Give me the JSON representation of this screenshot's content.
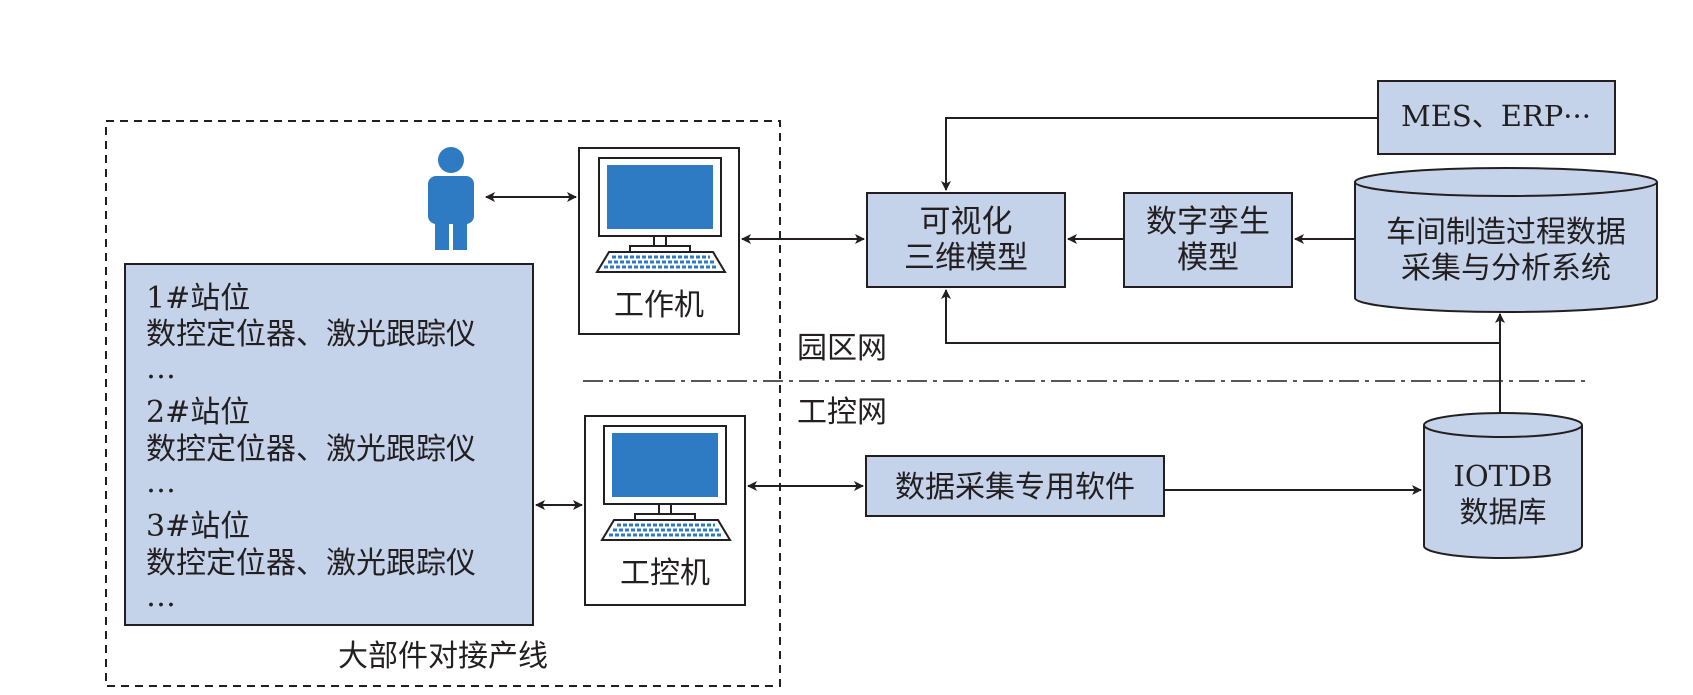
{
  "colors": {
    "box_fill": "#c5d3ea",
    "screen_blue": "#2e7bc4",
    "person_blue": "#2e7bc4",
    "stroke": "#231f20"
  },
  "line_area": {
    "title": "大部件对接产线",
    "stations": [
      {
        "name": "1#站位",
        "devices": "数控定位器、激光跟踪仪",
        "more": "…"
      },
      {
        "name": "2#站位",
        "devices": "数控定位器、激光跟踪仪",
        "more": "…"
      },
      {
        "name": "3#站位",
        "devices": "数控定位器、激光跟踪仪",
        "more": "…"
      }
    ]
  },
  "person": {
    "icon": "person-icon"
  },
  "workstation": {
    "label": "工作机",
    "icon": "computer-icon"
  },
  "ipc": {
    "label": "工控机",
    "icon": "computer-icon"
  },
  "visual_model": {
    "line1": "可视化",
    "line2": "三维模型"
  },
  "twin_model": {
    "line1": "数字孪生",
    "line2": "模型"
  },
  "mes": {
    "label": "MES、ERP···"
  },
  "workshop_system": {
    "line1": "车间制造过程数据",
    "line2": "采集与分析系统"
  },
  "campus_net": {
    "label": "园区网"
  },
  "industrial_net": {
    "label": "工控网"
  },
  "acq_software": {
    "label": "数据采集专用软件"
  },
  "database": {
    "line1": "IOTDB",
    "line2": "数据库"
  }
}
